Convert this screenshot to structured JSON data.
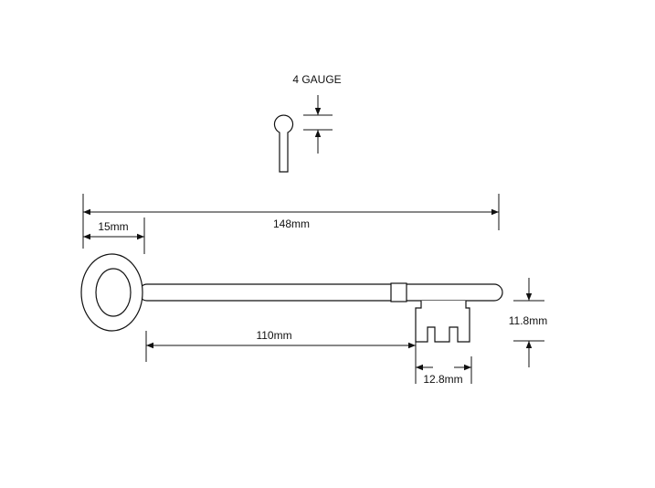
{
  "labels": {
    "gauge": "4 GAUGE",
    "overall_length": "148mm",
    "bow_width": "15mm",
    "shank_length": "110mm",
    "bit_height": "11.8mm",
    "bit_width": "12.8mm"
  }
}
